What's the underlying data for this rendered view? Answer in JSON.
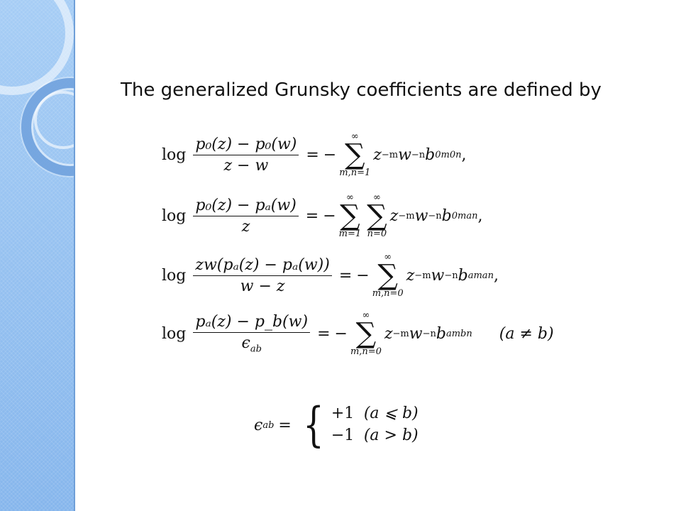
{
  "slide": {
    "title": "The generalized Grunsky coefficients are defined by"
  },
  "math": {
    "log": "log",
    "minus": "−",
    "equals": "=",
    "infinity": "∞",
    "sigma": "∑",
    "eq1": {
      "num": "p₀(z) − p₀(w)",
      "den": "z − w",
      "sum_sub": "m,n=1",
      "term": "z",
      "exp_m": "−m",
      "term2": "w",
      "exp_n": "−n",
      "coef": "b",
      "coef_sub": "0m0n",
      "end": ","
    },
    "eq2": {
      "num": "p₀(z) − pₐ(w)",
      "den": "z",
      "sum1_sub": "m=1",
      "sum2_sub": "n=0",
      "term": "z",
      "exp_m": "−m",
      "term2": "w",
      "exp_n": "−n",
      "coef": "b",
      "coef_sub": "0man",
      "end": ","
    },
    "eq3": {
      "num": "zw(pₐ(z) − pₐ(w))",
      "den": "w − z",
      "sum_sub": "m,n=0",
      "term": "z",
      "exp_m": "−m",
      "term2": "w",
      "exp_n": "−n",
      "coef": "b",
      "coef_sub": "aman",
      "end": ","
    },
    "eq4": {
      "num": "pₐ(z) − p_b(w)",
      "den_sym": "ϵ",
      "den_sub": "ab",
      "sum_sub": "m,n=0",
      "term": "z",
      "exp_m": "−m",
      "term2": "w",
      "exp_n": "−n",
      "coef": "b",
      "coef_sub": "ambn",
      "condition": "(a ≠ b)"
    },
    "eps": {
      "sym": "ϵ",
      "sub": "ab",
      "brace": "{",
      "case1_val": "+1",
      "case1_cond": "(a ⩽ b)",
      "case2_val": "−1",
      "case2_cond": "(a > b)"
    }
  }
}
